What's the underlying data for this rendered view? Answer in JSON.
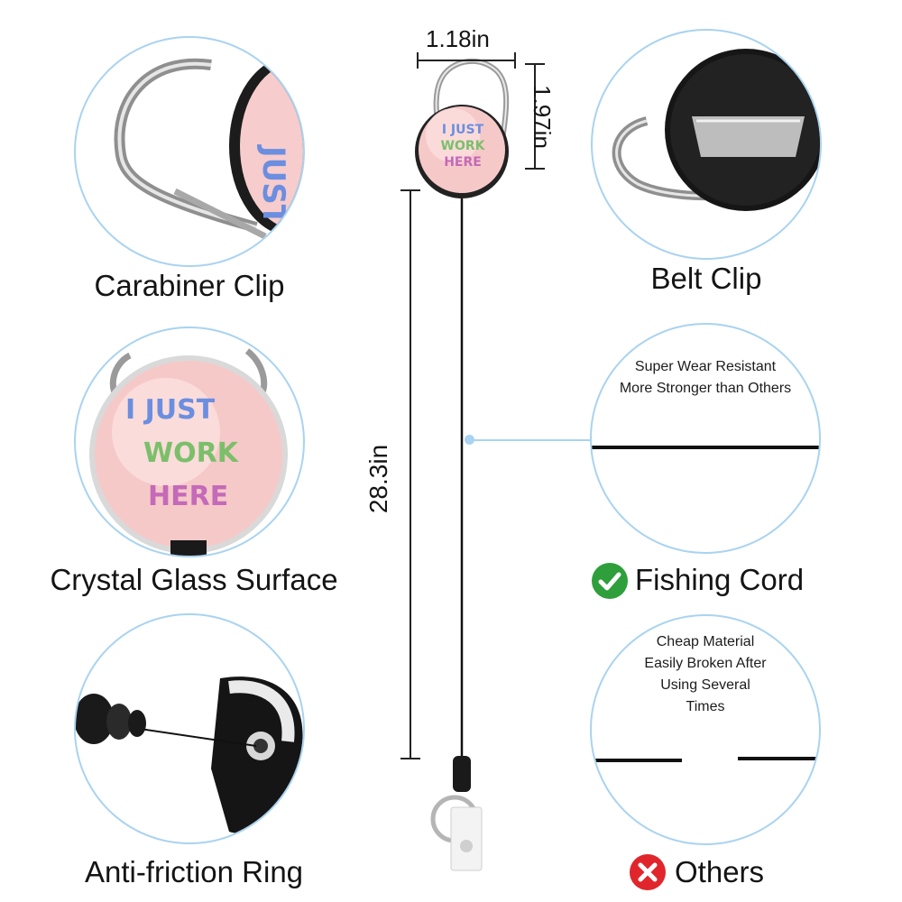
{
  "colors": {
    "circle_border": "#a9d3f0",
    "check_green": "#2e9f3a",
    "cross_red": "#e0262c",
    "badge_pink": "#f6c9c9",
    "cord_black": "#111111"
  },
  "badge_text": [
    "I JUST",
    "WORK",
    "HERE"
  ],
  "dimensions": {
    "width": "1.18in",
    "height": "1.97in",
    "cord_length": "28.3in"
  },
  "features": {
    "carabiner": {
      "label": "Carabiner Clip",
      "icon": "carabiner-clip-icon"
    },
    "belt": {
      "label": "Belt Clip",
      "icon": "belt-clip-icon"
    },
    "crystal": {
      "label": "Crystal Glass Surface",
      "icon": "crystal-glass-icon"
    },
    "ring": {
      "label": "Anti-friction Ring",
      "icon": "anti-friction-ring-icon"
    }
  },
  "comparison": {
    "fishing": {
      "label": "Fishing Cord",
      "icon": "check-icon",
      "notes": [
        "Super Wear Resistant",
        "More Stronger than Others"
      ]
    },
    "others": {
      "label": "Others",
      "icon": "cross-icon",
      "notes": [
        "Cheap Material",
        "Easily Broken After",
        "Using Several",
        "Times"
      ]
    }
  }
}
